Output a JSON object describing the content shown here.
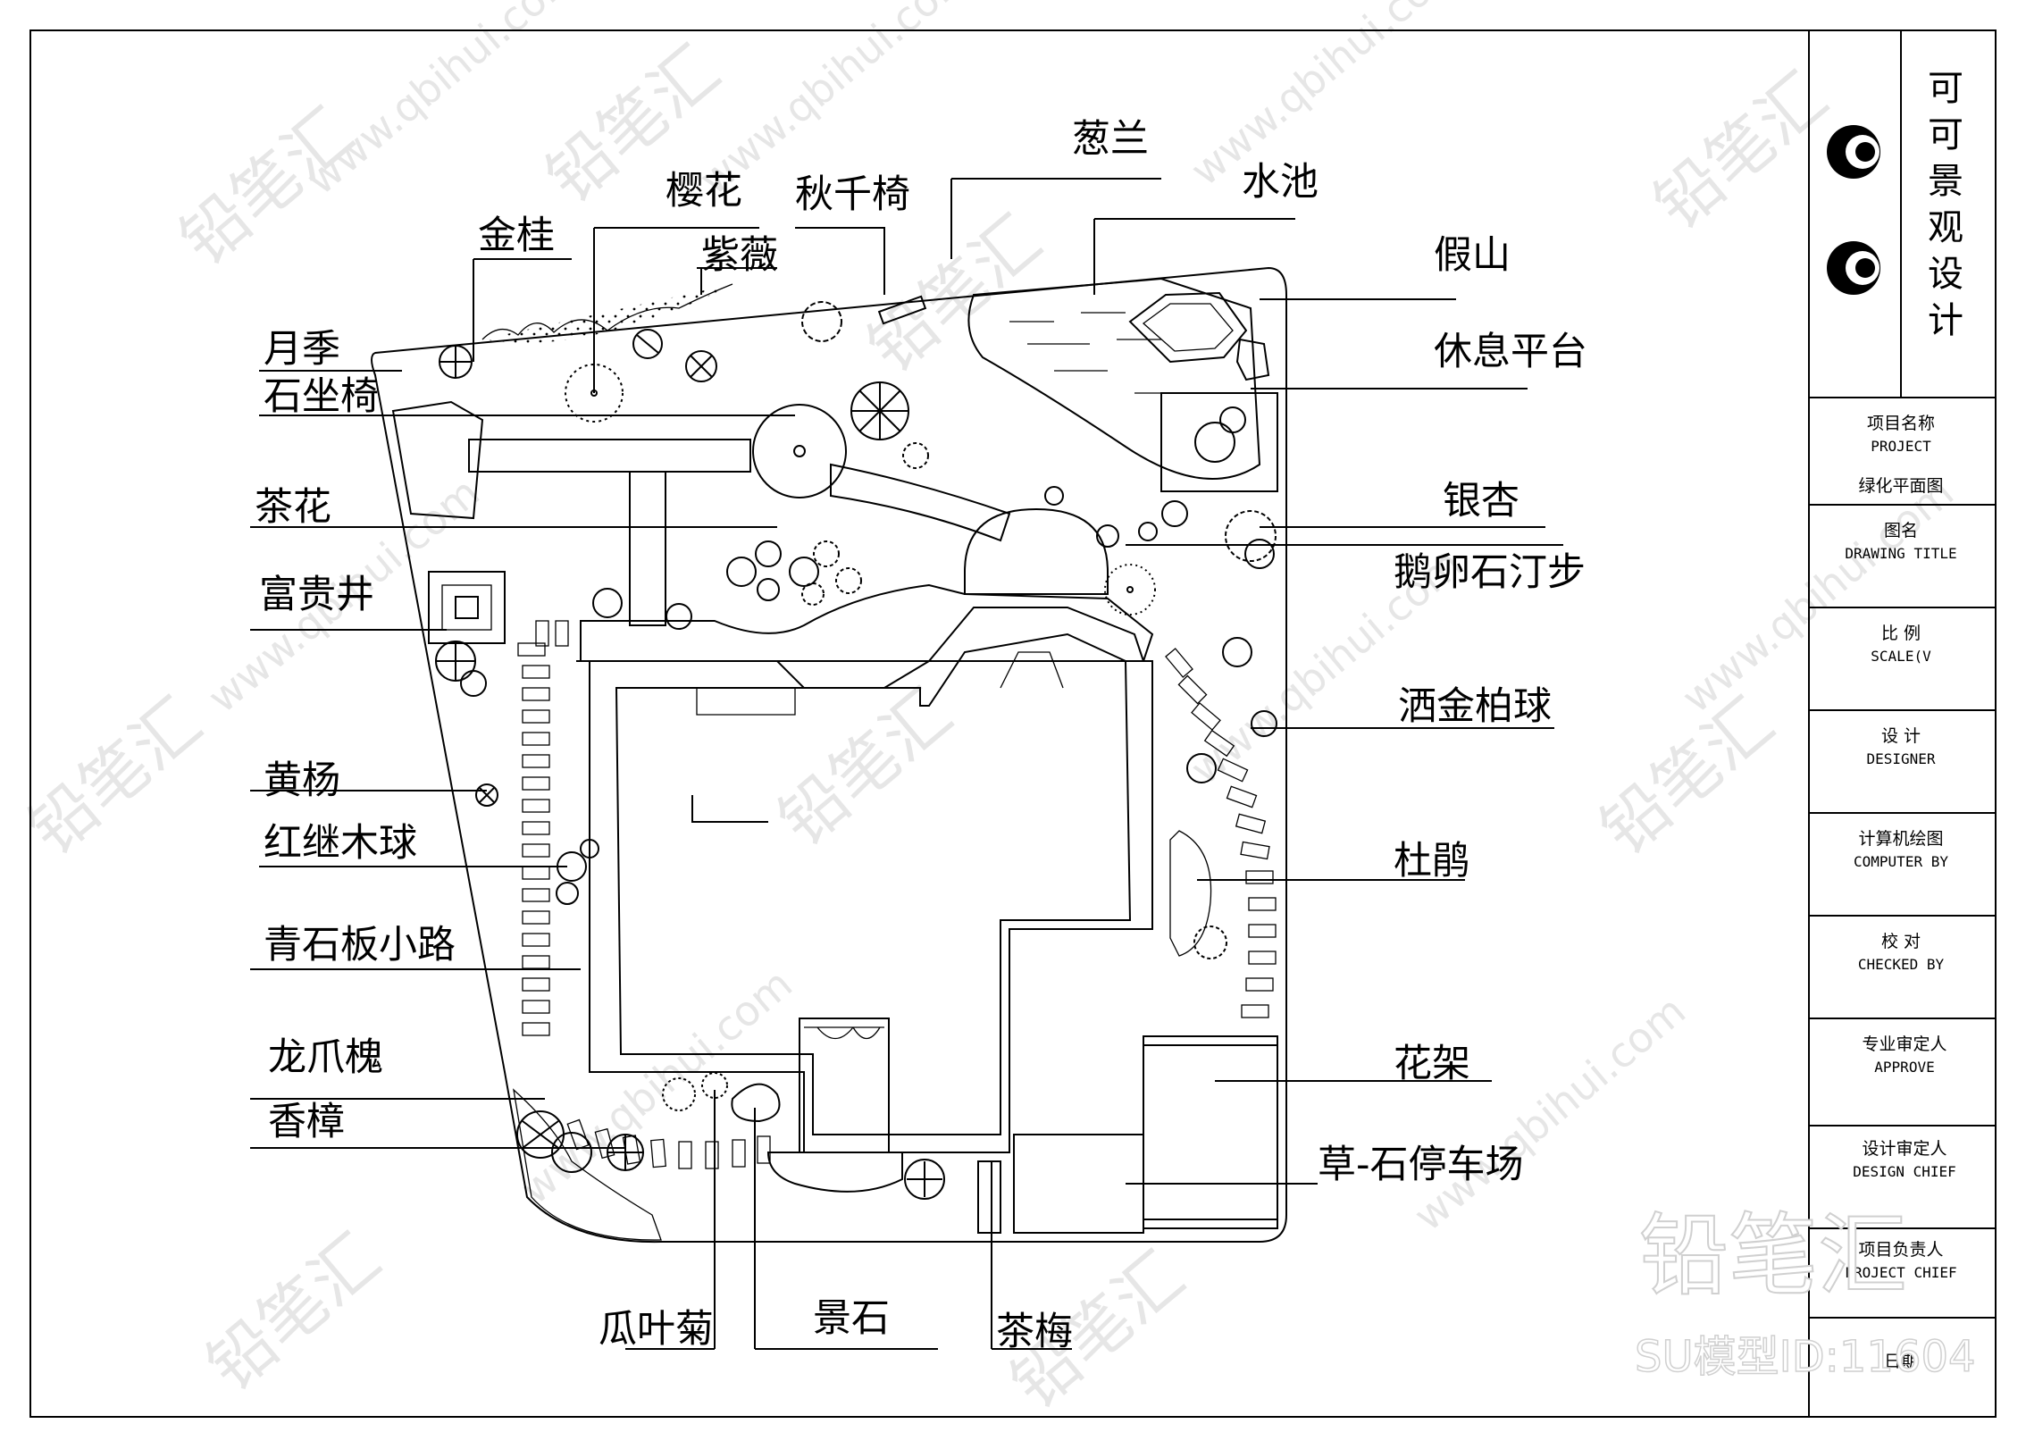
{
  "company": "可可景观设计",
  "labels": {
    "jingui": "金桂",
    "yinghua": "樱花",
    "qiuqianyi": "秋千椅",
    "conglan": "葱兰",
    "shuichi": "水池",
    "ziwei": "紫薇",
    "jiashan": "假山",
    "yueji": "月季",
    "shizuoyi": "石坐椅",
    "xiuxipingtai": "休息平台",
    "chahua": "茶花",
    "yinxing": "银杏",
    "eluanshi": "鹅卵石汀步",
    "fuguijing": "富贵井",
    "sajinbai": "洒金柏球",
    "huangyang": "黄杨",
    "hongjimu": "红继木球",
    "dujuan": "杜鹃",
    "qingshiban": "青石板小路",
    "longzhuahuai": "龙爪槐",
    "huajia": "花架",
    "xiangzhang": "香樟",
    "caoshi": "草-石停车场",
    "guayeju": "瓜叶菊",
    "jingshi": "景石",
    "chamei": "茶梅"
  },
  "title_block": {
    "project_zh": "项目名称",
    "project_en": "PROJECT",
    "project_value": "绿化平面图",
    "drawing_title_zh": "图名",
    "drawing_title_en": "DRAWING TITLE",
    "scale_zh": "比 例",
    "scale_en": "SCALE(V",
    "designer_zh": "设 计",
    "designer_en": "DESIGNER",
    "computer_zh": "计算机绘图",
    "computer_en": "COMPUTER BY",
    "checked_zh": "校 对",
    "checked_en": "CHECKED BY",
    "approve_zh": "专业审定人",
    "approve_en": "APPROVE",
    "chief_zh": "设计审定人",
    "chief_en": "DESIGN CHIEF",
    "pchief_zh": "项目负责人",
    "pchief_en": "PROJECT CHIEF",
    "date_zh": "日期"
  },
  "watermark": {
    "brand": "铅笔汇",
    "url": "www.qbihui.com",
    "model_id": "SU模型ID:11604"
  }
}
